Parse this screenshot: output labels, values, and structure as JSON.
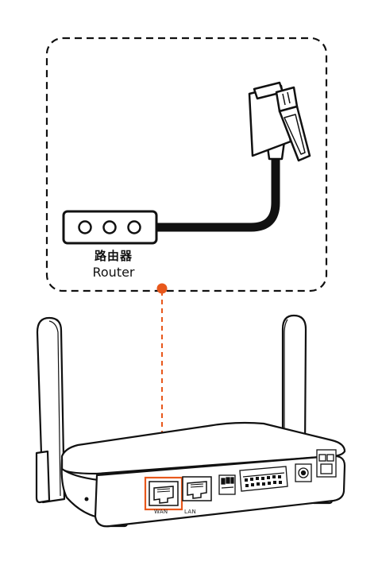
{
  "callout": {
    "label_cn": "路由器",
    "label_en": "Router"
  },
  "ports": {
    "wan_label": "WAN",
    "lan_label": "LAN"
  },
  "colors": {
    "accent": "#e8581c",
    "outline": "#111111",
    "shadow": "#d9d9d9"
  },
  "icons": [
    "router-icon",
    "ethernet-plug-icon",
    "cable"
  ]
}
